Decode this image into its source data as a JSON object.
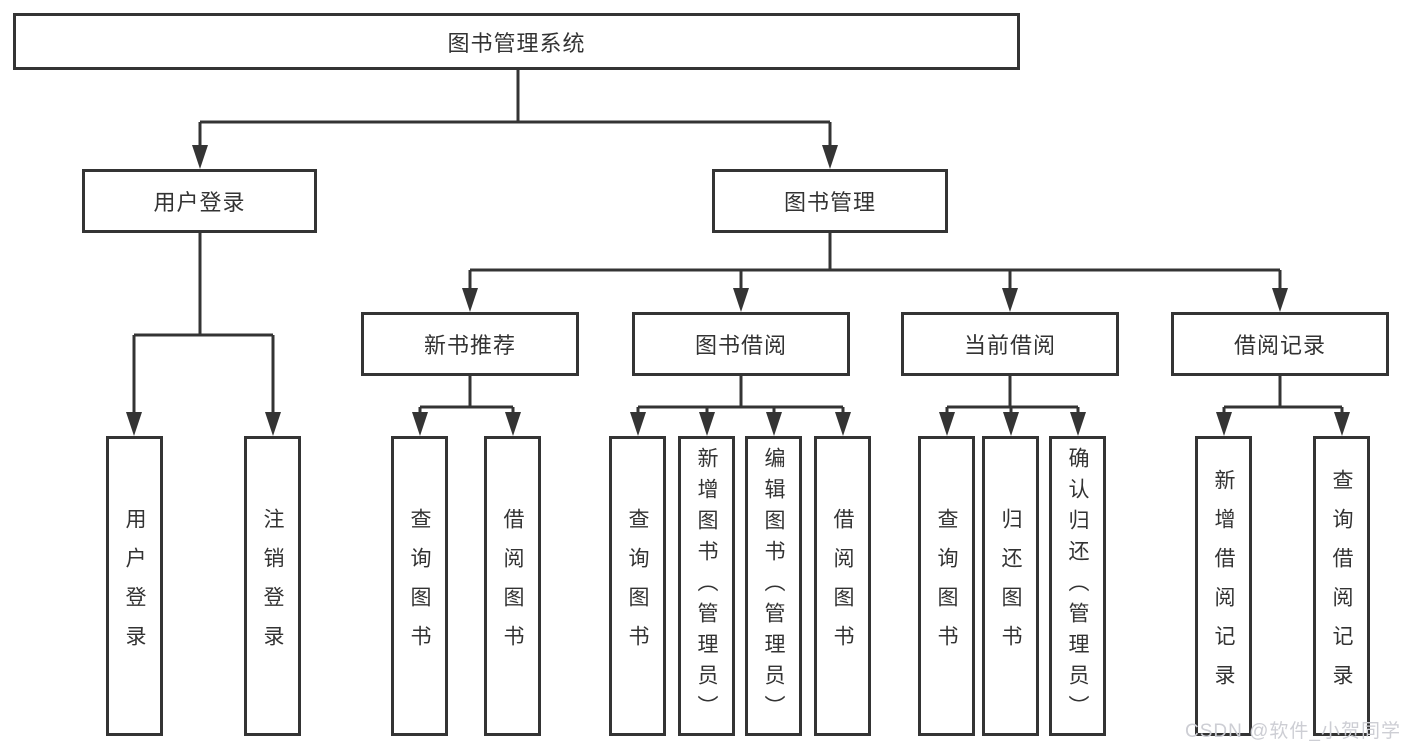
{
  "nodes": {
    "root": {
      "label": "图书管理系统"
    },
    "branches": [
      {
        "label": "用户登录",
        "children": [
          {
            "label": "用户登录"
          },
          {
            "label": "注销登录"
          }
        ]
      },
      {
        "label": "图书管理",
        "children": [
          {
            "label": "新书推荐",
            "children": [
              {
                "label": "查询图书"
              },
              {
                "label": "借阅图书"
              }
            ]
          },
          {
            "label": "图书借阅",
            "children": [
              {
                "label": "查询图书"
              },
              {
                "label": "新增图书（管理员）"
              },
              {
                "label": "编辑图书（管理员）"
              },
              {
                "label": "借阅图书"
              }
            ]
          },
          {
            "label": "当前借阅",
            "children": [
              {
                "label": "查询图书"
              },
              {
                "label": "归还图书"
              },
              {
                "label": "确认归还（管理员）"
              }
            ]
          },
          {
            "label": "借阅记录",
            "children": [
              {
                "label": "新增借阅记录"
              },
              {
                "label": "查询借阅记录"
              }
            ]
          }
        ]
      }
    ]
  },
  "watermark": {
    "text": "CSDN @软件_小贺同学",
    "color": "#cdced4"
  },
  "colors": {
    "line": "#343434",
    "text": "#333333",
    "background": "#ffffff"
  }
}
